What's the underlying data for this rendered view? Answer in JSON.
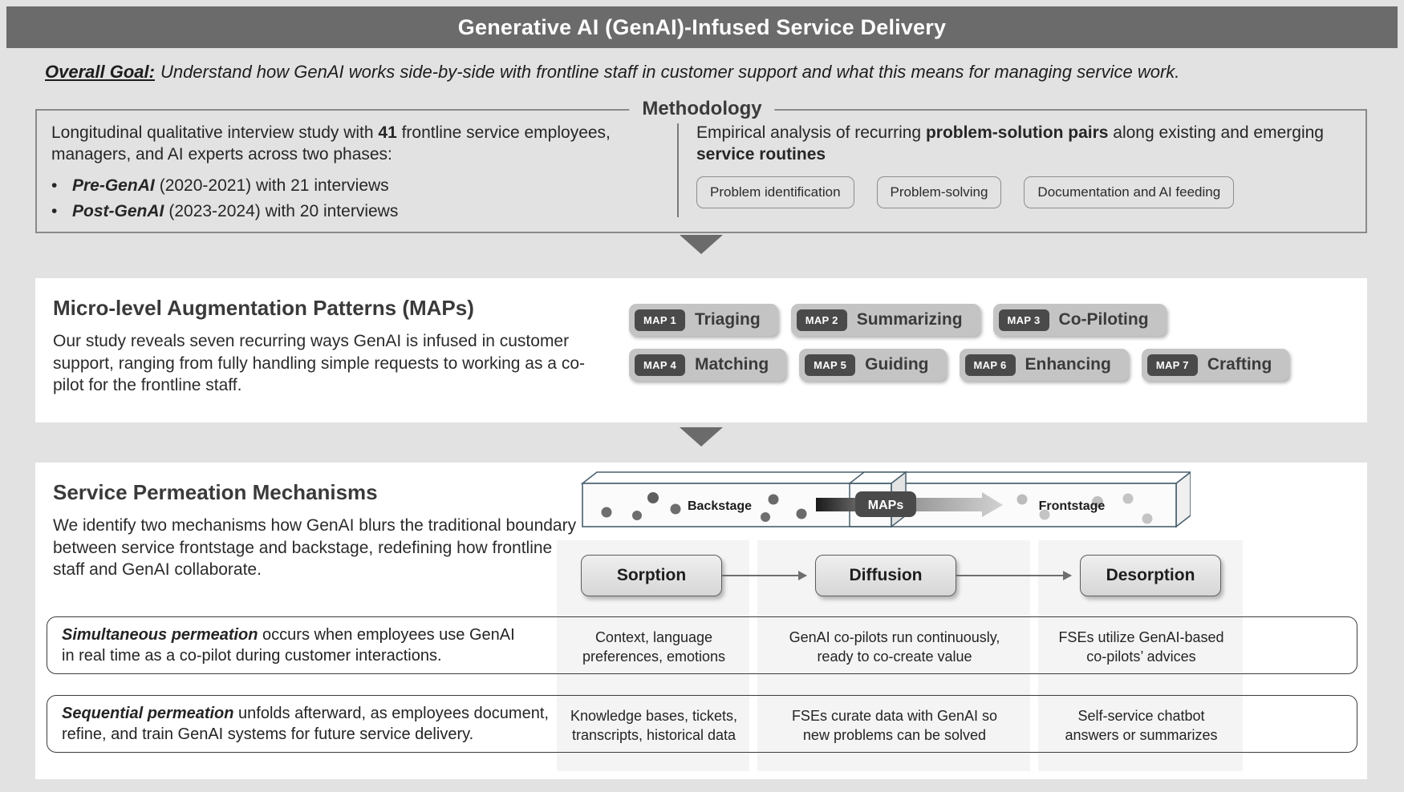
{
  "header": {
    "title": "Generative AI (GenAI)-Infused Service Delivery"
  },
  "goal": {
    "lead": "Overall Goal:",
    "text": "Understand how GenAI works side-by-side with frontline staff in customer support and what this means for managing service work."
  },
  "methodology": {
    "legend": "Methodology",
    "left": {
      "text_a": "Longitudinal qualitative interview study with ",
      "count": "41",
      "text_b": " frontline service employees, managers, and AI experts across two phases:",
      "bullets": [
        {
          "bullet": "•",
          "term": "Pre-GenAI",
          "rest": "(2020-2021) with 21 interviews"
        },
        {
          "bullet": "•",
          "term": "Post-GenAI",
          "rest": "(2023-2024) with 20 interviews"
        }
      ]
    },
    "right": {
      "text_a": "Empirical analysis of recurring ",
      "bold_a": "problem-solution pairs",
      "text_b": " along existing and emerging ",
      "bold_b": "service routines",
      "chips": [
        "Problem identification",
        "Problem-solving",
        "Documentation and AI feeding"
      ]
    }
  },
  "arrows": {
    "down_icon": "triangle-down-icon"
  },
  "maps": {
    "title": "Micro-level Augmentation Patterns (MAPs)",
    "body": "Our study reveals seven recurring ways GenAI is infused in customer support, ranging from fully handling simple requests to working as a co-pilot for the frontline staff.",
    "items": [
      {
        "badge": "MAP 1",
        "label": "Triaging"
      },
      {
        "badge": "MAP 2",
        "label": "Summarizing"
      },
      {
        "badge": "MAP 3",
        "label": "Co-Piloting"
      },
      {
        "badge": "MAP 4",
        "label": "Matching"
      },
      {
        "badge": "MAP 5",
        "label": "Guiding"
      },
      {
        "badge": "MAP 6",
        "label": "Enhancing"
      },
      {
        "badge": "MAP 7",
        "label": "Crafting"
      }
    ]
  },
  "permeation": {
    "title": "Service Permeation Mechanisms",
    "body": "We identify two mechanisms how GenAI blurs the traditional boundary between service frontstage and backstage, redefining how frontline staff and GenAI collaborate.",
    "membrane": {
      "backstage_label": "Backstage",
      "maps_label": "MAPs",
      "frontstage_label": "Frontstage"
    },
    "stages": [
      {
        "label": "Sorption"
      },
      {
        "label": "Diffusion"
      },
      {
        "label": "Desorption"
      }
    ],
    "mechanisms": [
      {
        "term": "Simultaneous permeation",
        "rest_line1": " occurs when employees use GenAI",
        "rest_line2": "in real time as a co-pilot during customer interactions.",
        "cells": [
          "Context, language\npreferences, emotions",
          "GenAI co-pilots run continuously,\nready to co-create value",
          "FSEs utilize GenAI-based\nco-pilots’ advices"
        ]
      },
      {
        "term": "Sequential permeation",
        "rest_line1": " unfolds afterward, as employees document,",
        "rest_line2": "refine, and train GenAI systems for future service delivery.",
        "cells": [
          "Knowledge bases, tickets,\ntranscripts, historical data",
          "FSEs curate data with GenAI so\nnew problems can be solved",
          "Self-service chatbot\nanswers or summarizes"
        ]
      }
    ]
  },
  "colors": {
    "title_bar": "#6b6b6b",
    "page_bg": "#e2e2e2",
    "panel_bg": "#ffffff",
    "band_bg": "#f4f4f4",
    "badge_dark": "#4a4a4a",
    "chip_gray": "#c4c4c4",
    "heading_text": "#3a3a3a"
  }
}
